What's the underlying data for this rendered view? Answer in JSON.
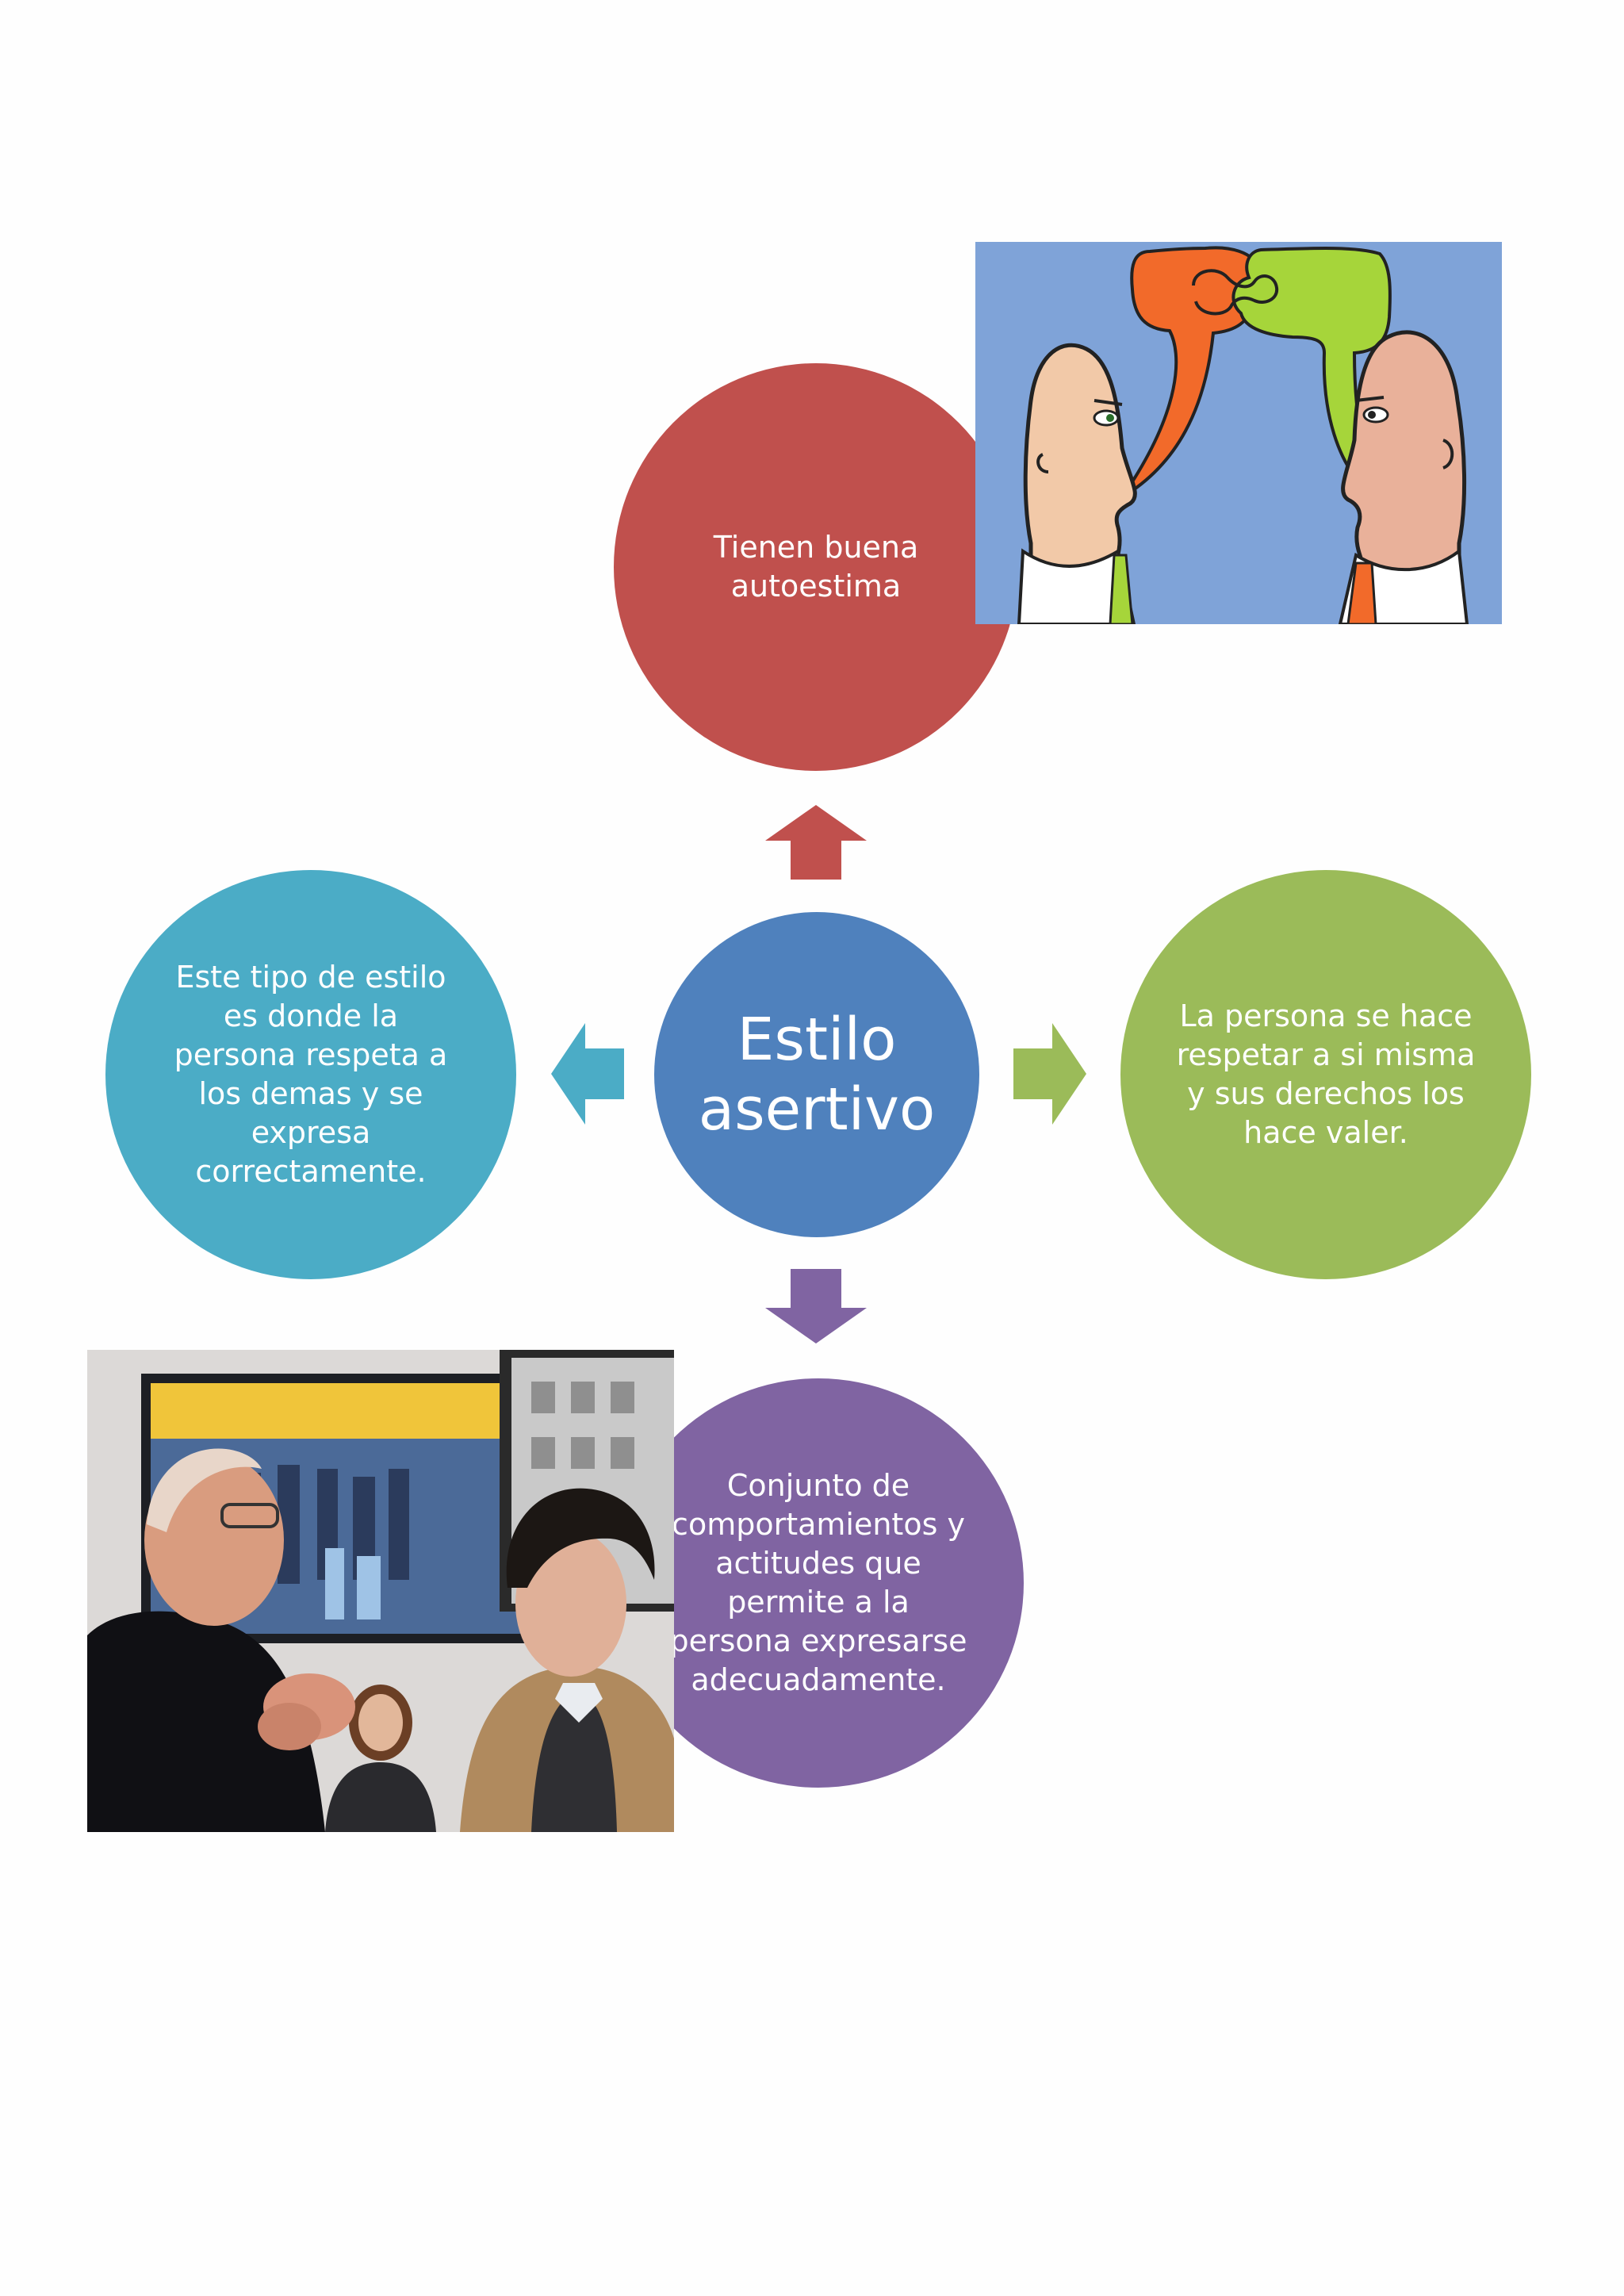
{
  "diagram": {
    "center": {
      "label": "Estilo\nasertivo",
      "color": "#4f81bd"
    },
    "nodes": {
      "top": {
        "label": "Tienen buena\nautoestima",
        "color": "#c0504d"
      },
      "right": {
        "label": "La persona se hace\nrespetar a si misma\ny sus derechos los\nhace valer.",
        "color": "#9bbb59"
      },
      "bottom": {
        "label": "Conjunto de\ncomportamientos y\nactitudes que\npermite a la\npersona expresarse\nadecuadamente.",
        "color": "#8064a2"
      },
      "left": {
        "label": "Este tipo de estilo\nes donde la\npersona respeta a\nlos demas y se\nexpresa\ncorrectamente.",
        "color": "#4bacc6"
      }
    }
  },
  "images": {
    "cartoon": {
      "background": "#7fa3d8",
      "bubble_left_color": "#f26a2a",
      "bubble_right_color": "#a6d53a"
    }
  }
}
